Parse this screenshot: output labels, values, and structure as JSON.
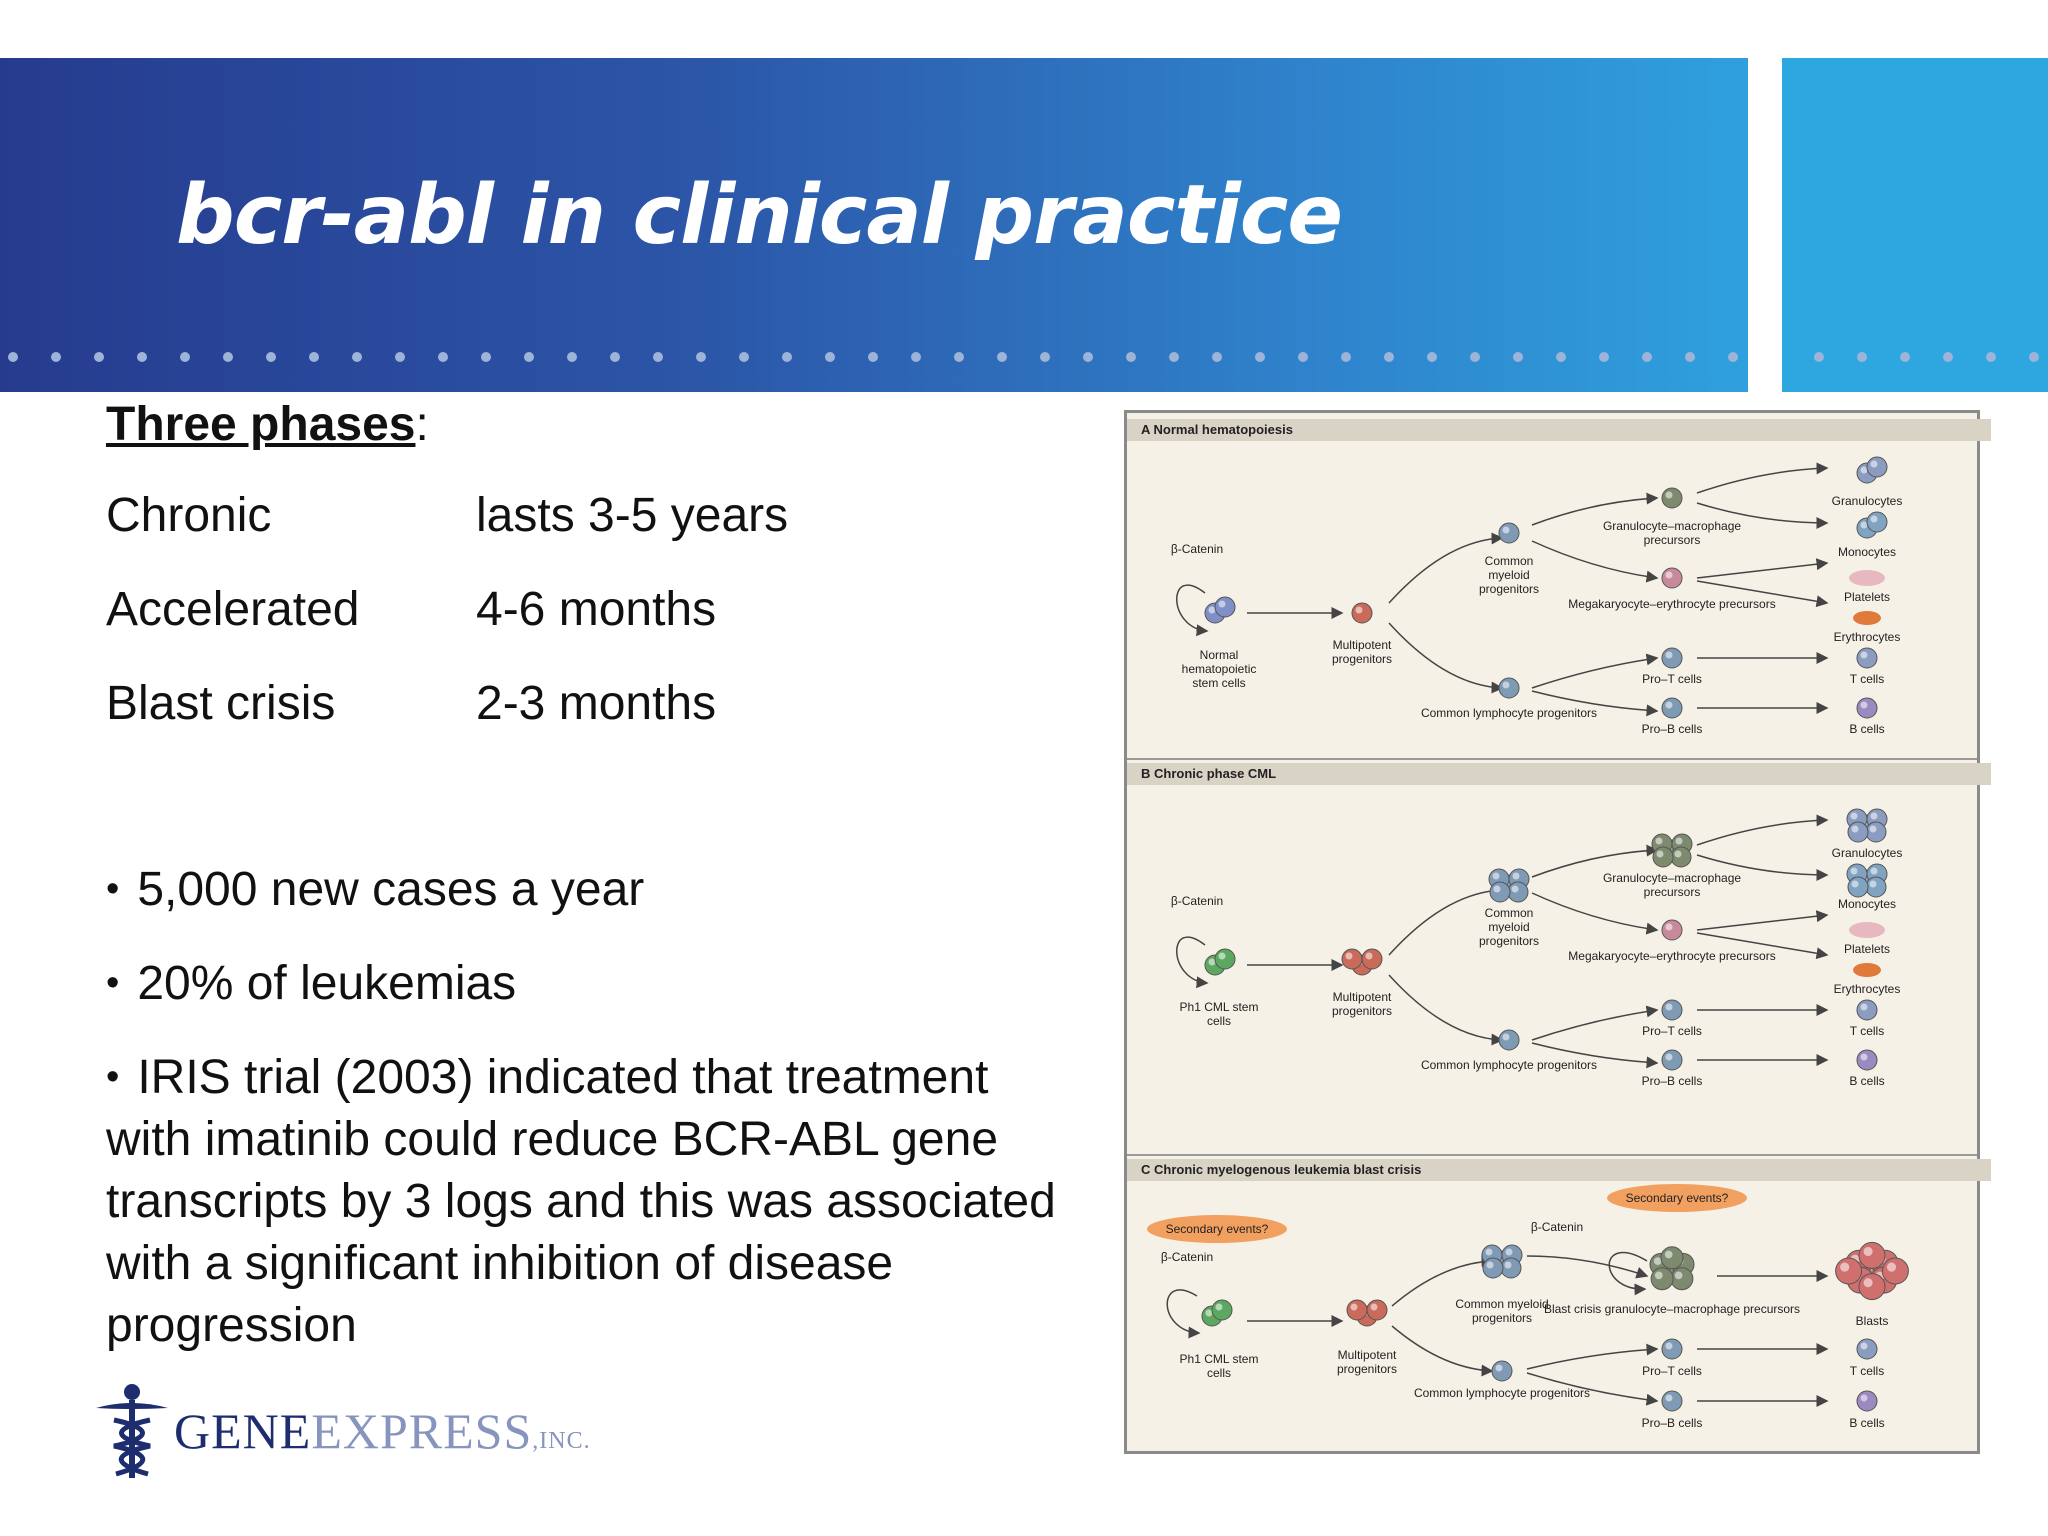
{
  "slide": {
    "title": "bcr-abl in clinical practice",
    "phases_heading": "Three phases",
    "phases_colon": ":",
    "phases": [
      {
        "name": "Chronic",
        "duration": "lasts 3-5 years"
      },
      {
        "name": "Accelerated",
        "duration": "4-6 months"
      },
      {
        "name": "Blast crisis",
        "duration": "2-3 months"
      }
    ],
    "bullets": [
      "5,000 new cases a year",
      "20% of leukemias",
      "IRIS trial (2003) indicated that treatment with imatinib could reduce BCR-ABL gene transcripts by 3 logs and this was associated with a significant inhibition of disease progression"
    ],
    "bullet_glyph": "•"
  },
  "logo": {
    "part1": "GENE",
    "part2": "EXPRESS",
    "suffix": ",INC."
  },
  "figure": {
    "panels": [
      {
        "heading": "A  Normal hematopoiesis",
        "labels": {
          "catenin": "β-Catenin",
          "stem": "Normal hematopoietic stem cells",
          "multipotent": "Multipotent progenitors",
          "cmp": "Common myeloid progenitors",
          "clp": "Common lymphocyte progenitors",
          "gmp": "Granulocyte–macrophage precursors",
          "mep": "Megakaryocyte–erythrocyte precursors",
          "prot": "Pro–T cells",
          "prob": "Pro–B cells",
          "granulocytes": "Granulocytes",
          "monocytes": "Monocytes",
          "platelets": "Platelets",
          "erythrocytes": "Erythrocytes",
          "tcells": "T cells",
          "bcells": "B cells"
        }
      },
      {
        "heading": "B  Chronic phase CML",
        "labels": {
          "catenin": "β-Catenin",
          "stem": "Ph1 CML stem cells",
          "multipotent": "Multipotent progenitors",
          "cmp": "Common myeloid progenitors",
          "clp": "Common lymphocyte progenitors",
          "gmp": "Granulocyte–macrophage precursors",
          "mep": "Megakaryocyte–erythrocyte precursors",
          "prot": "Pro–T cells",
          "prob": "Pro–B cells",
          "granulocytes": "Granulocytes",
          "monocytes": "Monocytes",
          "platelets": "Platelets",
          "erythrocytes": "Erythrocytes",
          "tcells": "T cells",
          "bcells": "B cells"
        }
      },
      {
        "heading": "C  Chronic myelogenous leukemia blast crisis",
        "labels": {
          "secondary1": "Secondary events?",
          "secondary2": "Secondary events?",
          "catenin": "β-Catenin",
          "catenin2": "β-Catenin",
          "stem": "Ph1 CML stem cells",
          "multipotent": "Multipotent progenitors",
          "cmp": "Common myeloid progenitors",
          "clp": "Common lymphocyte progenitors",
          "blastgmp": "Blast crisis granulocyte–macrophage precursors",
          "blasts": "Blasts",
          "prot": "Pro–T cells",
          "prob": "Pro–B cells",
          "tcells": "T cells",
          "bcells": "B cells"
        }
      }
    ]
  }
}
